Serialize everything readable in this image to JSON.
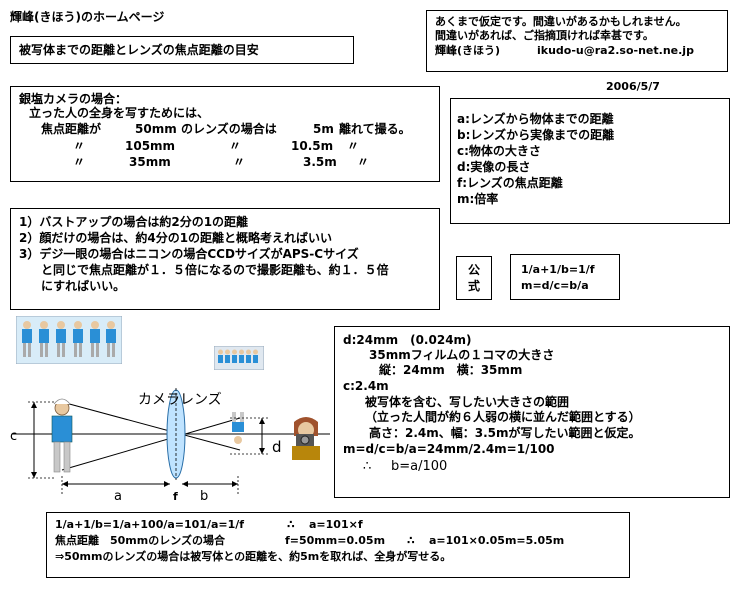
{
  "header": {
    "site_title": "輝峰(きほう)のホームページ",
    "page_title": "被写体までの距離とレンズの焦点距離の目安"
  },
  "notice": {
    "line1": "あくまで仮定です。間違いがあるかもしれません。",
    "line2": "間違いがあれば、ご指摘頂ければ幸甚です。",
    "author": "輝峰(きほう)",
    "email": "ikudo-u@ra2.so-net.ne.jp",
    "date": "2006/5/7"
  },
  "film": {
    "heading": "銀塩カメラの場合：",
    "intro": "立った人の全身を写すためには、",
    "label_focal": "焦点距離が",
    "row1_mm": "50mm",
    "row1_mid": "のレンズの場合は",
    "row1_dist": "5m",
    "row1_end": "離れて撮る。",
    "ditto": "〃",
    "row2_mm": "105mm",
    "row2_dist": "10.5m",
    "row3_mm": "35mm",
    "row3_dist": "3.5m"
  },
  "legend": {
    "items": [
      "a:レンズから物体までの距離",
      "b:レンズから実像までの距離",
      "c:物体の大きさ",
      "d:実像の長さ",
      "f:レンズの焦点距離",
      "m:倍率"
    ]
  },
  "tips": {
    "line1": "1）バストアップの場合は約2分の1の距離",
    "line2": "2）顔だけの場合は、約4分の1の距離と概略考えればいい",
    "line3": "3）デジ一眼の場合はニコンの場合CCDサイズがAPS-Cサイズ",
    "line4": "と同じで焦点距離が１．５倍になるので撮影距離も、約１．５倍",
    "line5": "にすればいい。"
  },
  "formula": {
    "label_top": "公",
    "label_bottom": "式",
    "eq1": "1/a+1/b=1/f",
    "eq2": "m=d/c=b/a"
  },
  "diagram": {
    "lens_label": "カメラレンズ",
    "label_c": "c",
    "label_d": "d",
    "label_a": "a",
    "label_b": "b",
    "label_f": "f"
  },
  "explain": {
    "d_line": "d:24mm　(0.024m)",
    "d_desc": "35mmフィルムの１コマの大きさ",
    "d_size": "縦：24mm　横：35mm",
    "c_line": "c:2.4m",
    "c_desc1": "被写体を含む、写したい大きさの範囲",
    "c_desc2": "（立った人間が約６人弱の横に並んだ範囲とする）",
    "c_desc3": "高さ：2.4m、幅：3.5mが写したい範囲と仮定。",
    "m_line": "m=d/c=b/a=24mm/2.4m=1/100",
    "therefore": "∴",
    "b_result": "b=a/100"
  },
  "calc": {
    "line1_left": "1/a+1/b=1/a+100/a=101/a=1/f",
    "line1_therefore": "∴",
    "line1_right": "a=101×f",
    "line2_left": "焦点距離　50mmのレンズの場合",
    "line2_mid": "f=50mm=0.05m",
    "line2_therefore": "∴",
    "line2_right": "a=101×0.05m=5.05m",
    "line3": "⇒50mmのレンズの場合は被写体との距離を、約5mを取れば、全身が写せる。"
  }
}
